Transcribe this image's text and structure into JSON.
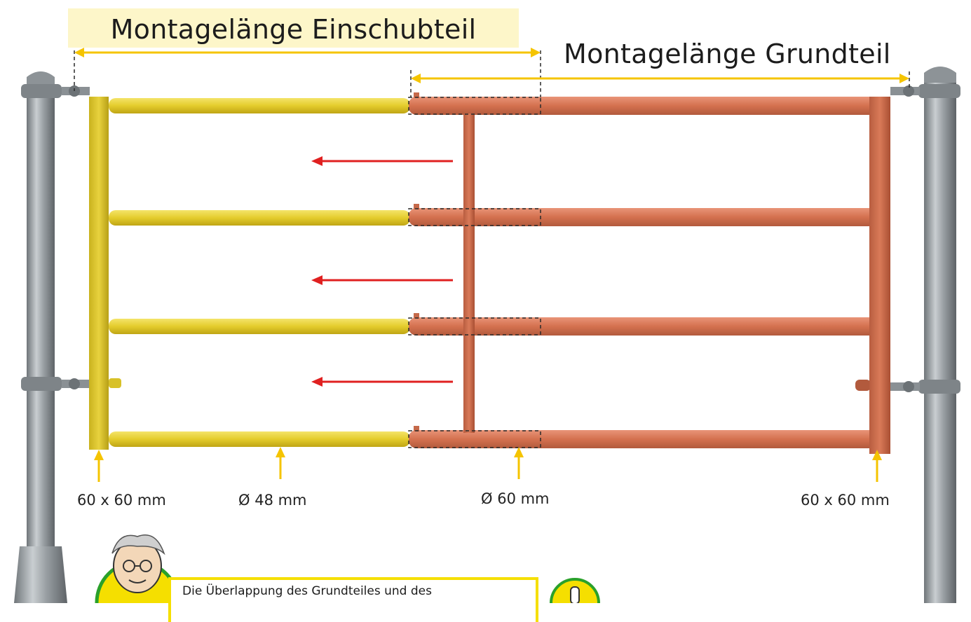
{
  "labels": {
    "einschub_title": "Montagelänge Einschubteil",
    "grundteil_title": "Montagelänge Grundteil"
  },
  "dimensions": {
    "left_post_frame": "60 x 60 mm",
    "yellow_tube": "Ø 48 mm",
    "red_tube": "Ø 60 mm",
    "right_post_frame": "60 x 60 mm"
  },
  "note": {
    "text": "Die Überlappung des Grundteiles und des"
  },
  "colors": {
    "einschub_yellow": "#e9d23a",
    "grundteil_red": "#d9775a",
    "dimension_arrow": "#f5c400",
    "direction_arrow": "#e02020",
    "title_highlight": "#fdf6c9",
    "note_border": "#f5df00",
    "post_steel": "#9aa0a4"
  },
  "icons": [
    "mascot-avatar-icon",
    "warning-exclamation-icon"
  ]
}
